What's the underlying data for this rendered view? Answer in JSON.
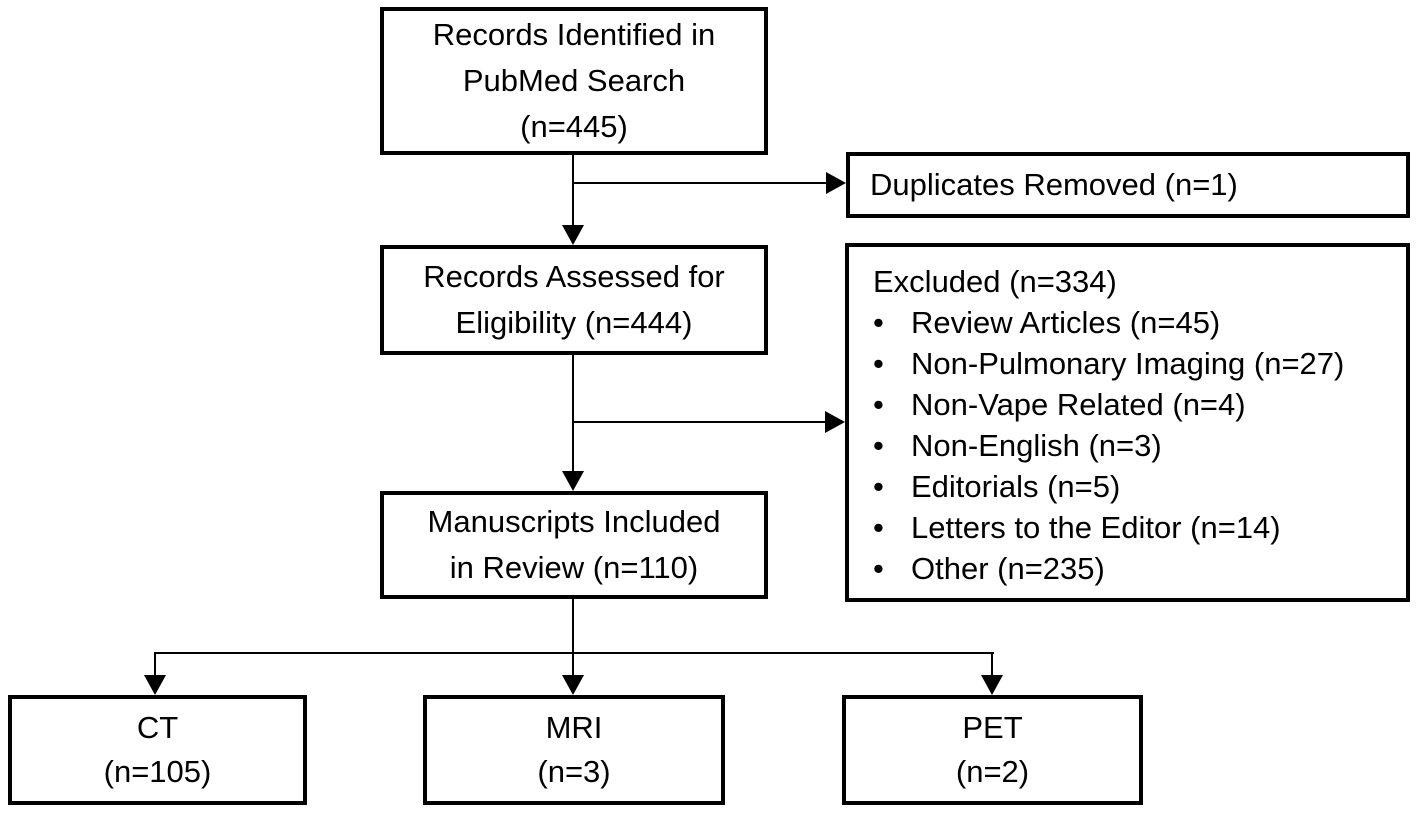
{
  "diagram": {
    "type": "flowchart",
    "colors": {
      "background": "#ffffff",
      "box_border": "#000000",
      "text": "#000000",
      "arrow": "#000000"
    },
    "nodes": {
      "identified": {
        "lines": [
          "Records Identified in",
          "PubMed Search",
          "(n=445)"
        ]
      },
      "duplicates": {
        "label": "Duplicates Removed (n=1)"
      },
      "assessed": {
        "lines": [
          "Records Assessed for",
          "Eligibility (n=444)"
        ]
      },
      "excluded": {
        "title": "Excluded (n=334)",
        "bullet": "•",
        "items": [
          "Review Articles (n=45)",
          "Non-Pulmonary Imaging (n=27)",
          "Non-Vape Related (n=4)",
          "Non-English (n=3)",
          "Editorials (n=5)",
          "Letters to the Editor (n=14)",
          "Other (n=235)"
        ]
      },
      "included": {
        "lines": [
          "Manuscripts Included",
          "in Review (n=110)"
        ]
      },
      "ct": {
        "lines": [
          "CT",
          "(n=105)"
        ]
      },
      "mri": {
        "lines": [
          "MRI",
          "(n=3)"
        ]
      },
      "pet": {
        "lines": [
          "PET",
          "(n=2)"
        ]
      }
    }
  }
}
